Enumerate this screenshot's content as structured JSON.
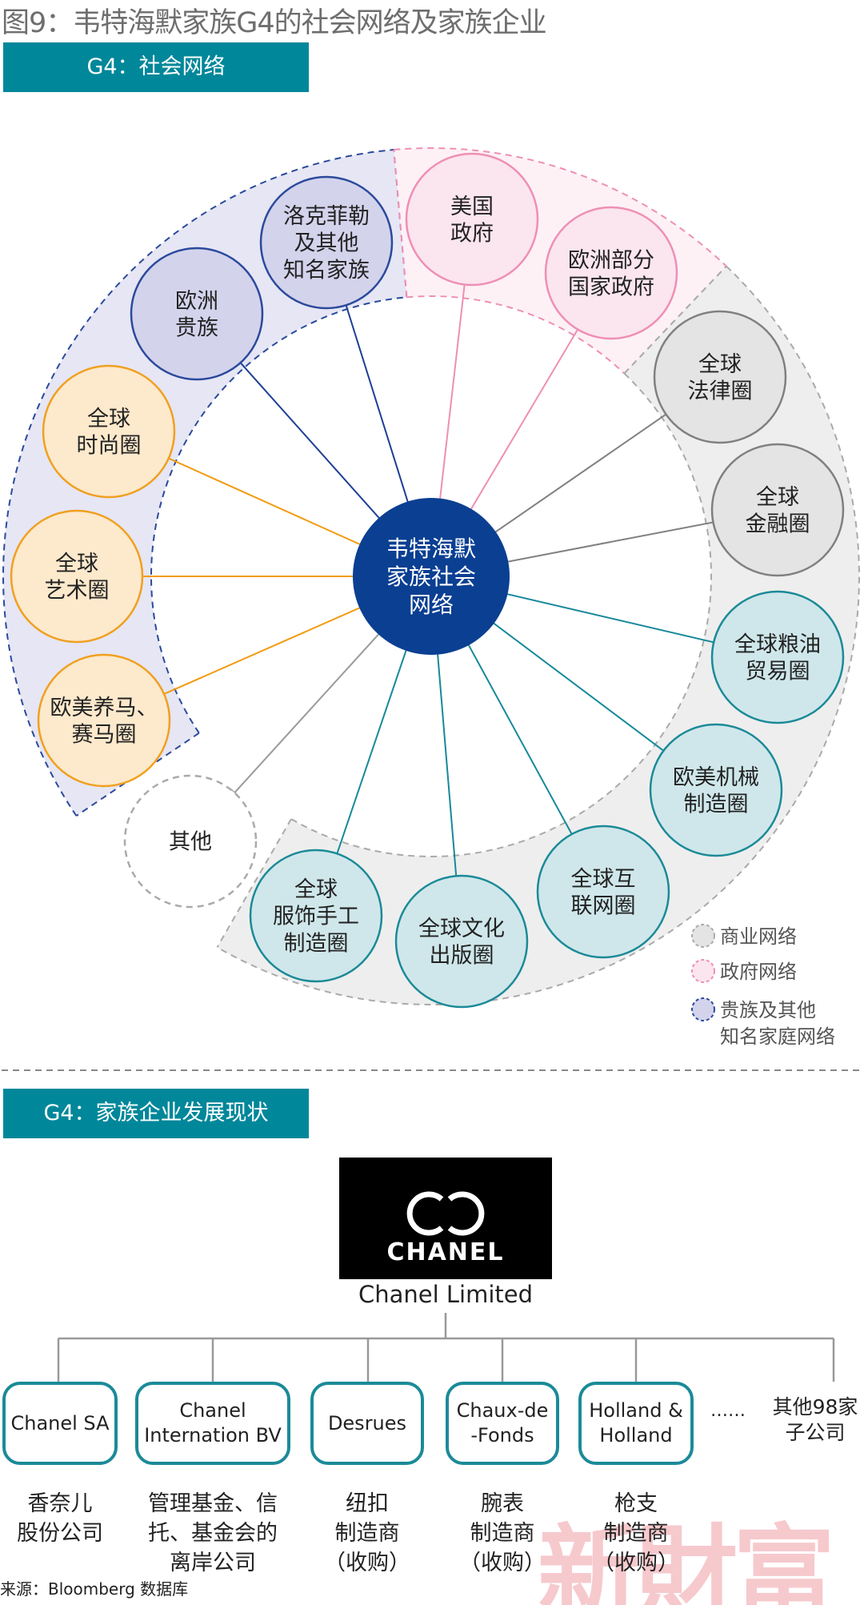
{
  "title": "图9：韦特海默家族G4的社会网络及家族企业",
  "section1": {
    "label": "G4：社会网络"
  },
  "center": {
    "lines": [
      "韦特海默",
      "家族社会",
      "网络"
    ]
  },
  "nodes": [
    {
      "lines": [
        "洛克菲勒",
        "及其他",
        "知名家族"
      ],
      "type": "noble"
    },
    {
      "lines": [
        "欧洲",
        "贵族"
      ],
      "type": "noble"
    },
    {
      "lines": [
        "全球",
        "时尚圈"
      ],
      "type": "orange"
    },
    {
      "lines": [
        "全球",
        "艺术圈"
      ],
      "type": "orange"
    },
    {
      "lines": [
        "欧美养马、",
        "赛马圈"
      ],
      "type": "orange"
    },
    {
      "lines": [
        "其他"
      ],
      "type": "other"
    },
    {
      "lines": [
        "全球",
        "服饰手工",
        "制造圈"
      ],
      "type": "teal"
    },
    {
      "lines": [
        "全球文化",
        "出版圈"
      ],
      "type": "teal"
    },
    {
      "lines": [
        "全球互",
        "联网圈"
      ],
      "type": "teal"
    },
    {
      "lines": [
        "欧美机械",
        "制造圈"
      ],
      "type": "teal"
    },
    {
      "lines": [
        "全球粮油",
        "贸易圈"
      ],
      "type": "teal"
    },
    {
      "lines": [
        "全球",
        "金融圈"
      ],
      "type": "gray"
    },
    {
      "lines": [
        "全球",
        "法律圈"
      ],
      "type": "gray"
    },
    {
      "lines": [
        "欧洲部分",
        "国家政府"
      ],
      "type": "gov"
    },
    {
      "lines": [
        "美国",
        "政府"
      ],
      "type": "gov"
    }
  ],
  "legend": [
    {
      "label": "商业网络",
      "type": "business"
    },
    {
      "label": "政府网络",
      "type": "gov"
    },
    {
      "label": "贵族及其他",
      "label2": "知名家庭网络",
      "type": "noble"
    }
  ],
  "colors": {
    "teal_bar": "#00879a",
    "center": "#0a3f92"
  },
  "section2": {
    "label": "G4：家族企业发展现状"
  },
  "parent": {
    "logo_text": "CHANEL",
    "name": "Chanel Limited"
  },
  "subsidiaries": [
    {
      "name": "Chanel SA",
      "desc": "香奈儿\n股份公司"
    },
    {
      "name": "Chanel\nInternation BV",
      "desc": "管理基金、信\n托、基金会的\n离岸公司"
    },
    {
      "name": "Desrues",
      "desc": "纽扣\n制造商\n（收购）"
    },
    {
      "name": "Chaux-de\n-Fonds",
      "desc": "腕表\n制造商\n（收购）"
    },
    {
      "name": "Holland &\nHolland",
      "desc": "枪支\n制造商\n（收购）"
    }
  ],
  "ellipsis": "……",
  "others": "其他98家\n子公司",
  "source": "来源：Bloomberg 数据库",
  "watermark": "新財富"
}
